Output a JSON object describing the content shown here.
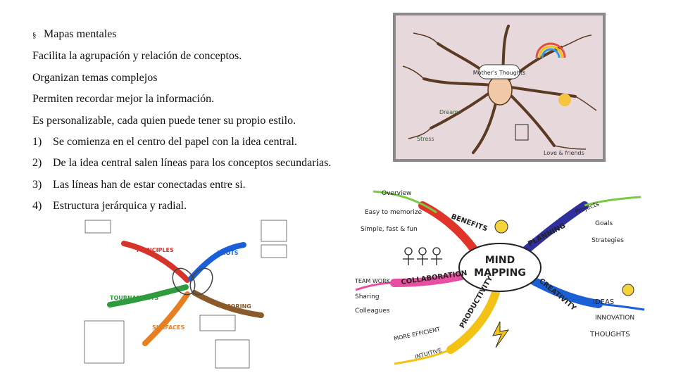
{
  "slide": {
    "bullet_title": "Mapas mentales",
    "bullet_symbol": "§",
    "statements": [
      "Facilita la agrupación y relación de conceptos.",
      "Organizan temas complejos",
      "Permiten recordar mejor la información.",
      "Es personalizable, cada quien puede tener su propio estilo."
    ],
    "numbered": [
      {
        "num": "1)",
        "text": "Se comienza en el centro del papel con la idea central."
      },
      {
        "num": "2)",
        "text": "De la idea central salen líneas para los conceptos secundarias."
      },
      {
        "num": "3)",
        "text": "Las líneas han de estar conectadas entre si."
      },
      {
        "num": "4)",
        "text": "Estructura jerárquica y radial."
      }
    ]
  },
  "images": {
    "drawing_mindmap": {
      "central": "Mother's Thoughts",
      "branches": [
        "Dreams",
        "Stress",
        "Love & friends"
      ]
    },
    "mind_mapping": {
      "central_line1": "MIND",
      "central_line2": "MAPPING",
      "branches": [
        {
          "label": "BENEFITS",
          "color": "#e0342b",
          "subs": [
            "Overview",
            "Easy to memorize",
            "Simple, fast & fun"
          ]
        },
        {
          "label": "PLANNING",
          "color": "#2f2f9e",
          "subs": [
            "Projects",
            "Goals",
            "Strategies"
          ]
        },
        {
          "label": "COLLABORATION",
          "color": "#e84fa0",
          "subs": [
            "TEAM WORK",
            "Sharing",
            "Colleagues"
          ]
        },
        {
          "label": "CREATIVITY",
          "color": "#1b5fd6",
          "subs": [
            "IDEAS",
            "INNOVATION",
            "THOUGHTS"
          ]
        },
        {
          "label": "PRODUCTIVITY",
          "color": "#f2c315",
          "subs": [
            "MORE EFFICIENT",
            "INTUITIVE"
          ]
        }
      ],
      "accent_green": "#7ac943"
    },
    "tennis_mindmap": {
      "branches": [
        "PRINCIPLES",
        "SHOTS",
        "TOURNAMENTS",
        "SURFACES",
        "SCORING"
      ]
    }
  }
}
